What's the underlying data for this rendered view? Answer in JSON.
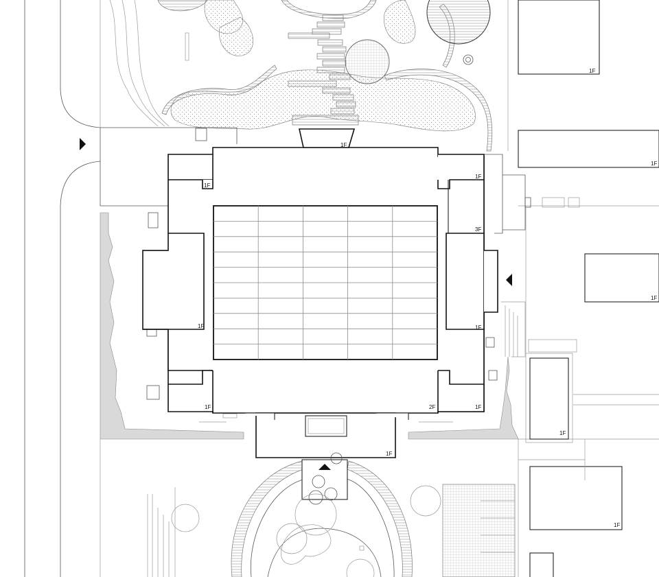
{
  "floor_labels": {
    "top_entry": "1F",
    "nw_inner": "1F",
    "ne_corner": "1F",
    "e_annex": "3F",
    "w_wing": "1F",
    "e_wing": "1F",
    "sw_corner": "1F",
    "court_se": "2F",
    "se_corner": "1F",
    "south_entry": "1F",
    "ext_1": "1F",
    "ext_2": "1F",
    "ext_3": "1F",
    "ext_4": "1F",
    "ext_5": "1F"
  },
  "colors": {
    "line": "#111111",
    "thin_line": "#9a9a9a",
    "shade": "#d9d9d9",
    "background": "#ffffff"
  },
  "icons": [
    "entrance-arrow-west",
    "entrance-arrow-east",
    "entrance-arrow-south"
  ]
}
